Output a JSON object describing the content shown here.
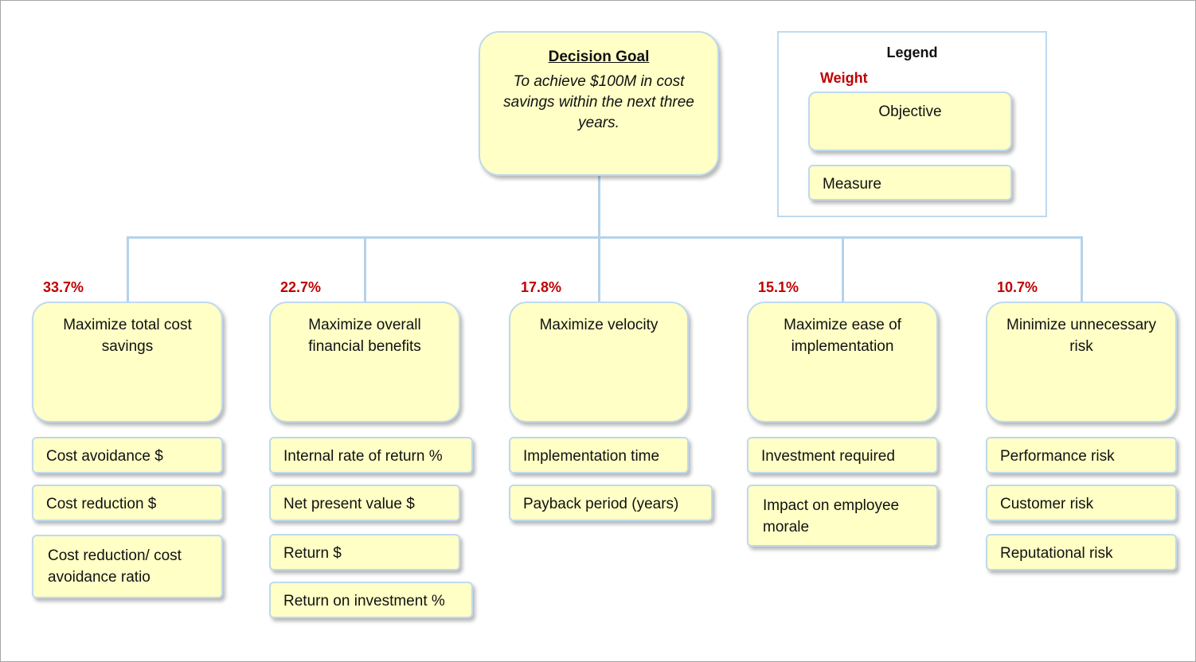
{
  "goal": {
    "title": "Decision Goal",
    "text": "To achieve $100M in cost savings within the next three years."
  },
  "legend": {
    "title": "Legend",
    "weight_label": "Weight",
    "objective_label": "Objective",
    "measure_label": "Measure",
    "weight_color": "#c00000",
    "box_fill": "#ffffc6",
    "box_border": "#bfd9ee"
  },
  "objectives": [
    {
      "weight": "33.7%",
      "label": "Maximize total cost savings",
      "measures": [
        "Cost avoidance $",
        "Cost reduction $",
        "Cost reduction/ cost avoidance ratio"
      ]
    },
    {
      "weight": "22.7%",
      "label": "Maximize overall financial benefits",
      "measures": [
        "Internal rate of return %",
        "Net present value $",
        "Return $",
        "Return on investment %"
      ]
    },
    {
      "weight": "17.8%",
      "label": "Maximize velocity",
      "measures": [
        "Implementation time",
        "Payback period (years)"
      ]
    },
    {
      "weight": "15.1%",
      "label": "Maximize ease of implementation",
      "measures": [
        "Investment required",
        "Impact on employee morale"
      ]
    },
    {
      "weight": "10.7%",
      "label": "Minimize unnecessary risk",
      "measures": [
        "Performance risk",
        "Customer risk",
        "Reputational risk"
      ]
    }
  ]
}
